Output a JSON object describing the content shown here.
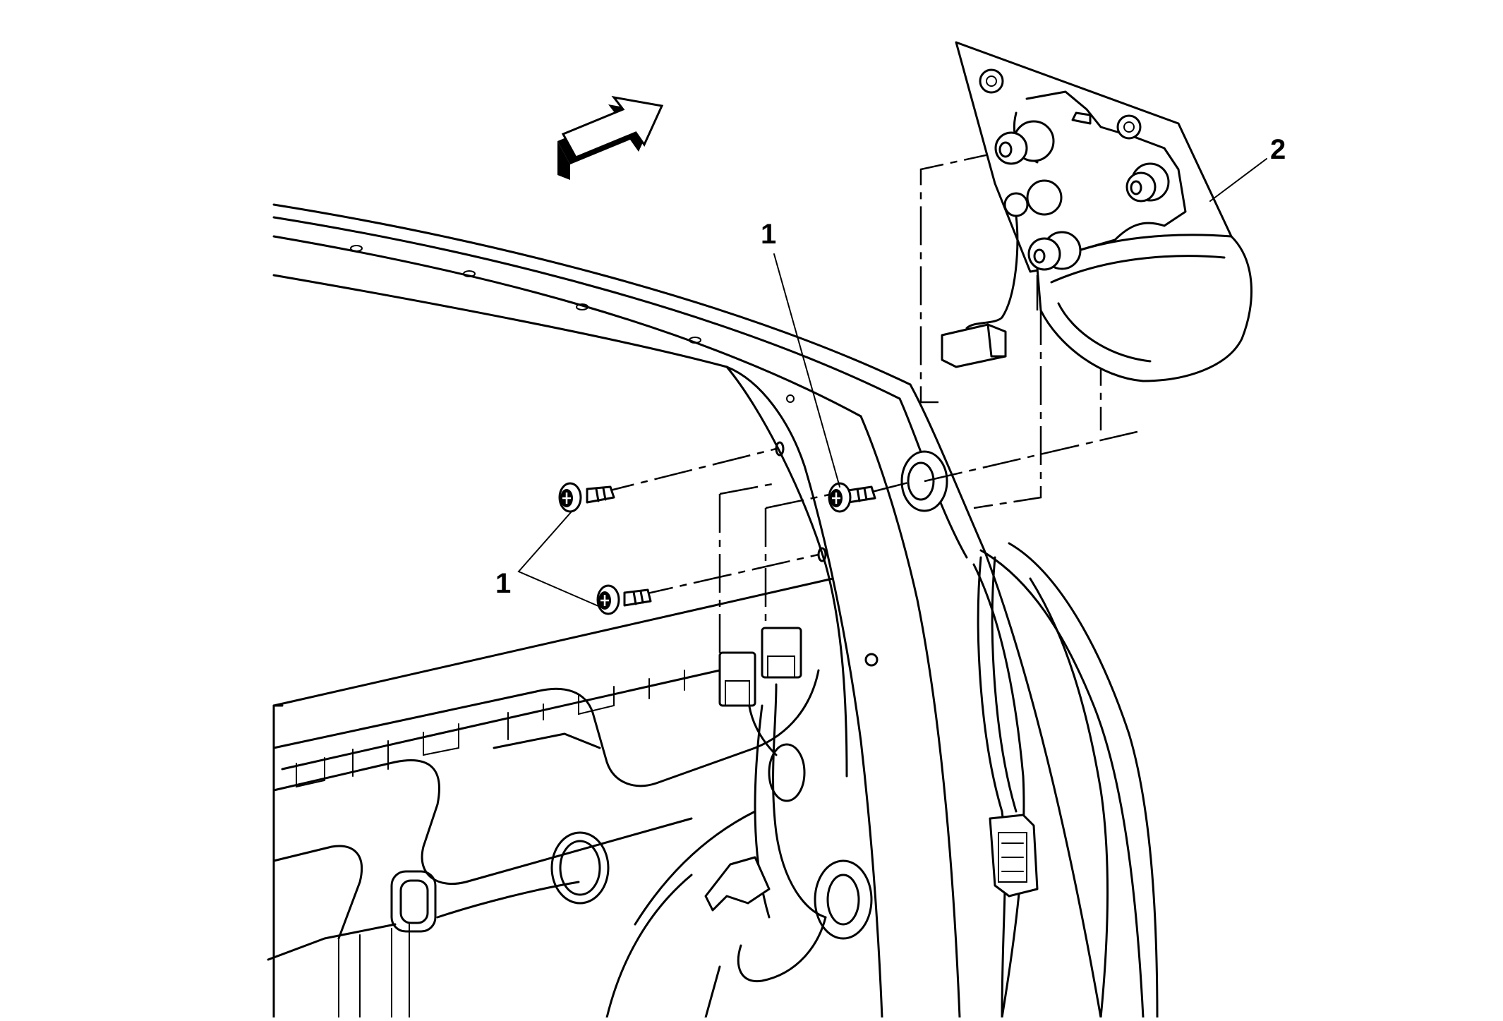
{
  "callouts": {
    "screw_label_top": "1",
    "screw_label_left": "1",
    "mirror_label": "2"
  },
  "icons": {
    "direction": "forward-direction-arrow-icon"
  },
  "colors": {
    "line": "#000000",
    "background": "#ffffff"
  }
}
